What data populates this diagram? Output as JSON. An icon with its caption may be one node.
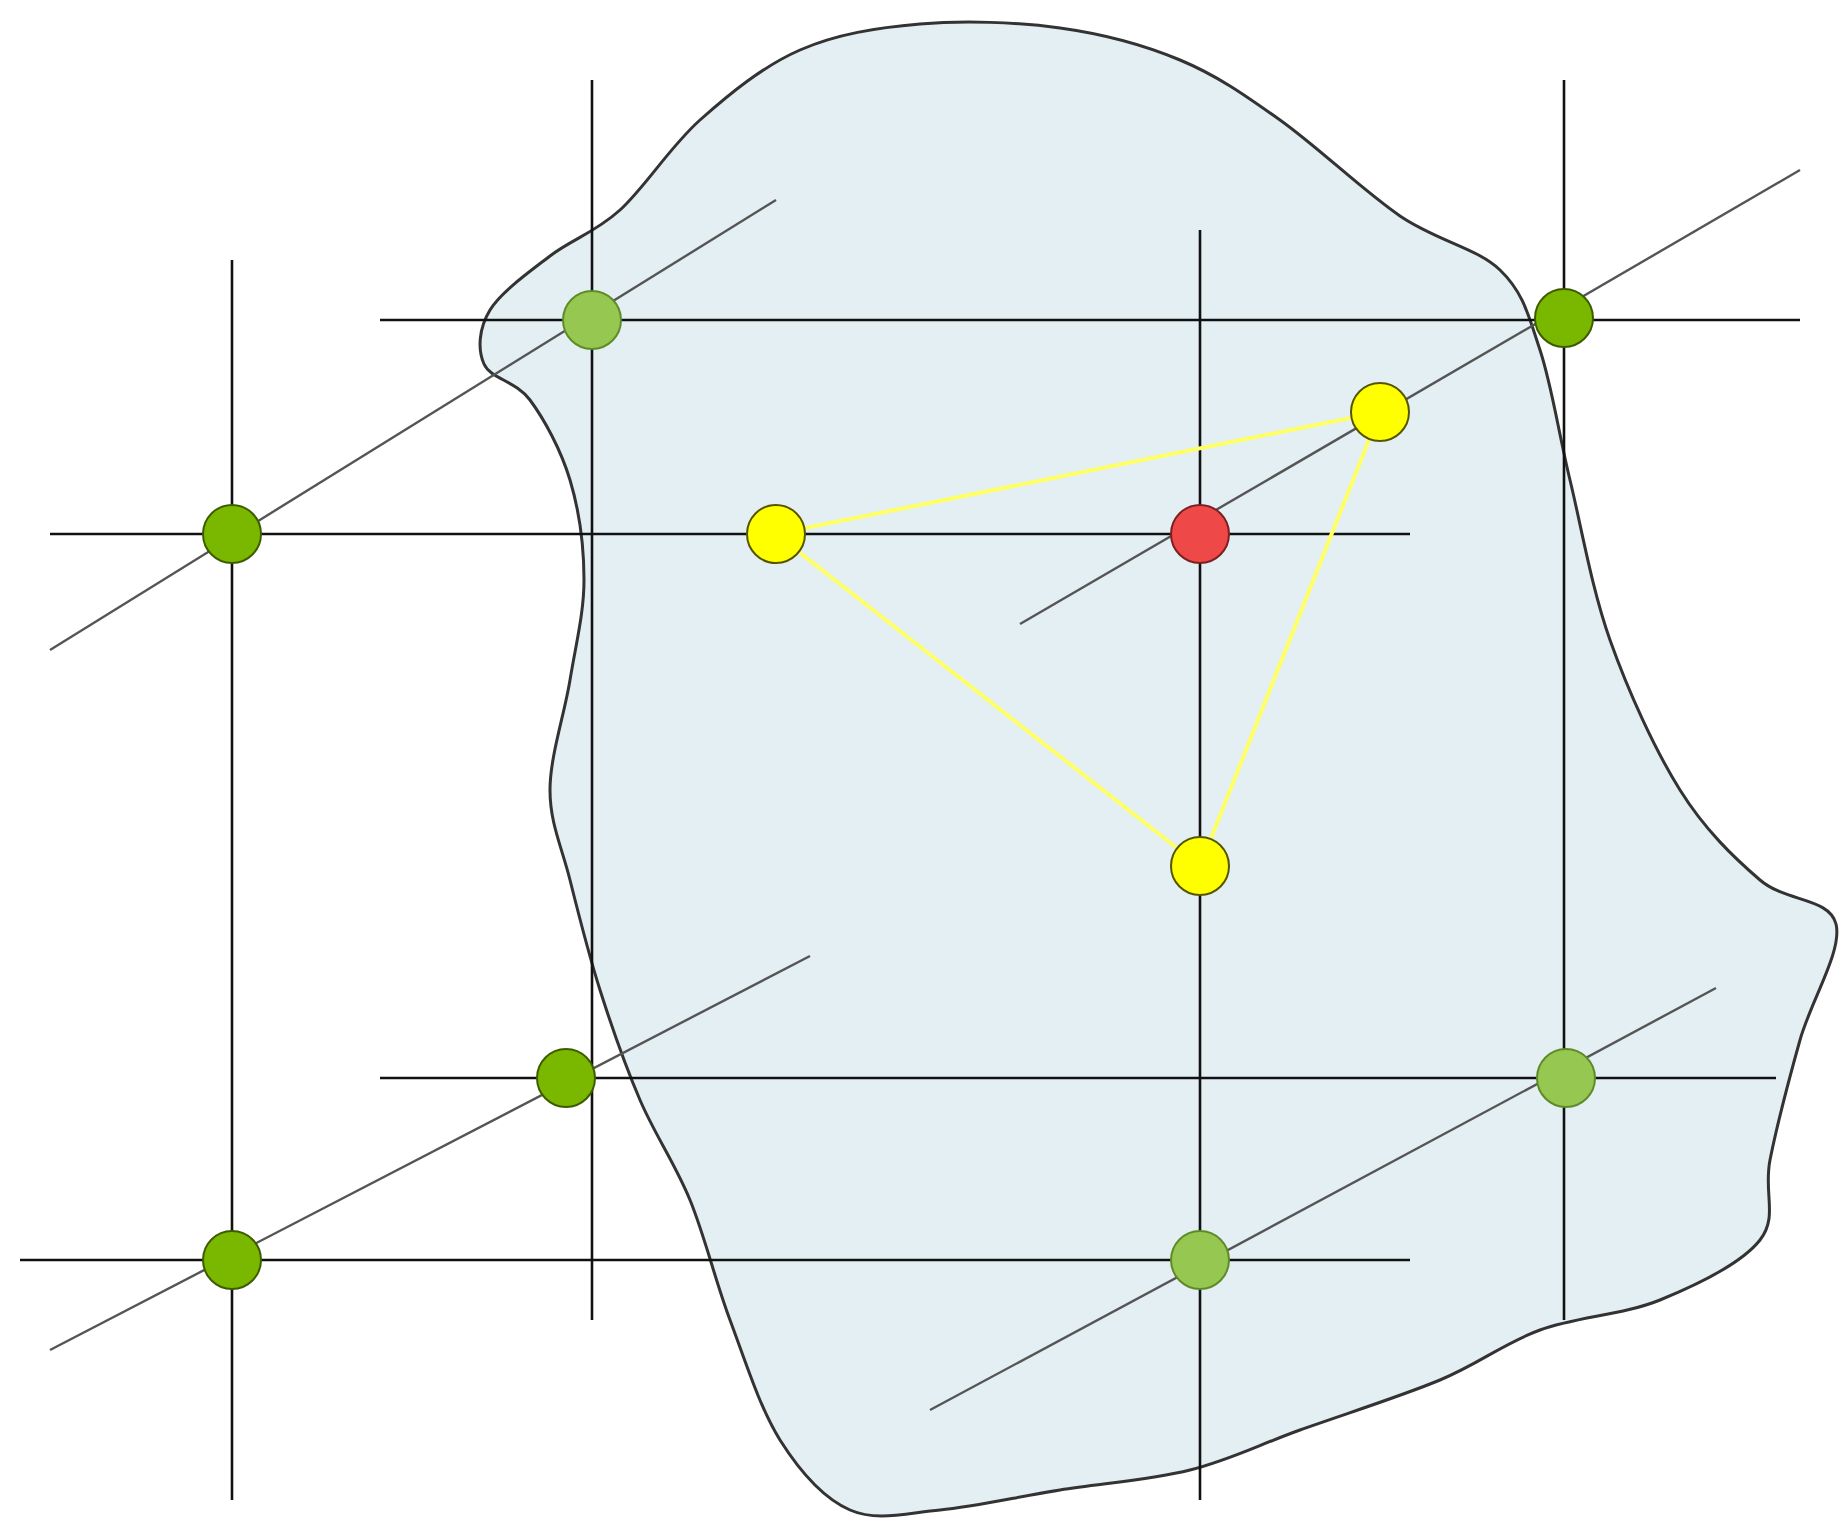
{
  "diagram": {
    "nodes": [
      {
        "text": [],
        "shape": "circle"
      },
      {
        "text": [],
        "shape": "circle"
      },
      {
        "text": [],
        "shape": "circle"
      },
      {
        "text": [],
        "shape": "circle"
      },
      {
        "text": [],
        "shape": "circle"
      },
      {
        "text": [],
        "shape": "circle"
      },
      {
        "text": [],
        "shape": "circle"
      },
      {
        "text": [],
        "shape": "circle"
      },
      {
        "text": [],
        "shape": "circle"
      },
      {
        "text": [],
        "shape": "circle"
      },
      {
        "text": [],
        "shape": "circle"
      }
    ],
    "edges": [
      {
        "from": 4,
        "to": 2,
        "arrow": "none",
        "color": "#ffff66"
      },
      {
        "from": 4,
        "to": 6,
        "arrow": "none",
        "color": "#ffff66"
      },
      {
        "from": 2,
        "to": 6,
        "arrow": "none",
        "color": "#ffff66"
      }
    ]
  }
}
